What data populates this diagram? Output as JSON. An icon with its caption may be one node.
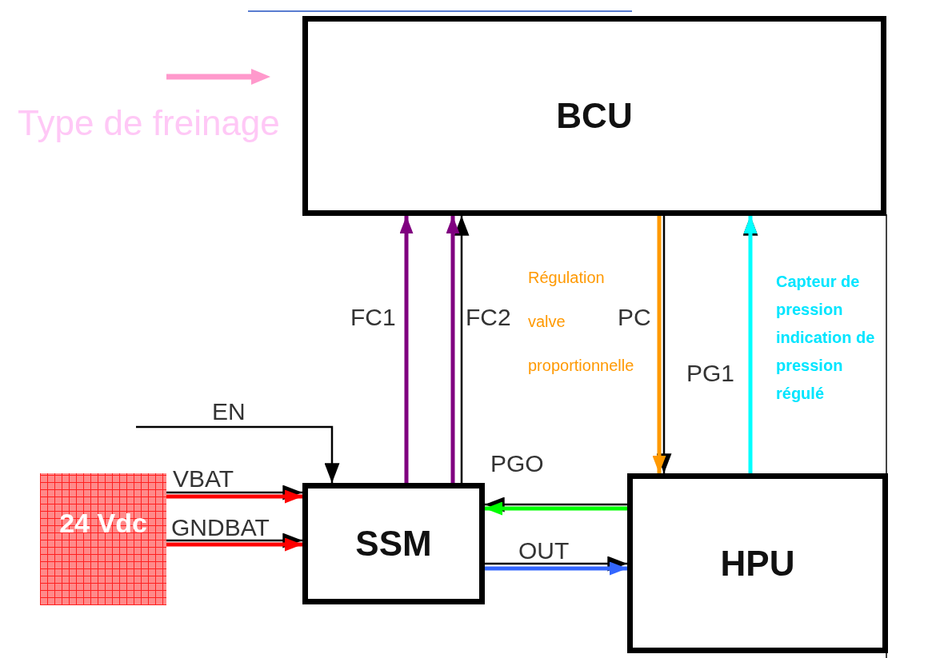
{
  "diagram": {
    "nodes": [
      {
        "text": [
          "BCU"
        ]
      },
      {
        "text": [
          "SSM"
        ]
      },
      {
        "text": [
          "HPU"
        ]
      },
      {
        "text": [
          "24 Vdc"
        ]
      }
    ],
    "edges": [
      {
        "from": null,
        "to": 1,
        "arrow": "to",
        "label": "EN"
      },
      {
        "from": 3,
        "to": 1,
        "arrow": "to",
        "label": "VBAT"
      },
      {
        "from": 3,
        "to": 1,
        "arrow": "to",
        "style": "thick",
        "color": "#ff0000"
      },
      {
        "from": 3,
        "to": 1,
        "arrow": "to",
        "label": "GNDBAT"
      },
      {
        "from": 3,
        "to": 1,
        "arrow": "to",
        "style": "thick",
        "color": "#ff0000"
      },
      {
        "from": 1,
        "to": 0,
        "arrow": "to",
        "label": "FC1",
        "style": "thick",
        "color": "#800080"
      },
      {
        "from": 1,
        "to": 0,
        "arrow": "to",
        "label": "FC2"
      },
      {
        "from": 1,
        "to": 0,
        "arrow": "to",
        "style": "thick",
        "color": "#800080"
      },
      {
        "from": 0,
        "to": 2,
        "arrow": "to",
        "label": "PC"
      },
      {
        "from": 0,
        "to": 2,
        "arrow": "to",
        "style": "thick",
        "color": "#ff9900"
      },
      {
        "from": 2,
        "to": 0,
        "arrow": "to",
        "label": "PG1"
      },
      {
        "from": 2,
        "to": 0,
        "arrow": "to",
        "style": "thick",
        "color": "#00ffff"
      },
      {
        "from": 2,
        "to": 1,
        "arrow": "to",
        "label": "PGO"
      },
      {
        "from": 2,
        "to": 1,
        "arrow": "to",
        "style": "thick",
        "color": "#00ff00"
      },
      {
        "from": 1,
        "to": 2,
        "arrow": "to",
        "label": "OUT"
      },
      {
        "from": 1,
        "to": 2,
        "arrow": "to",
        "style": "thick",
        "color": "#3366ff"
      }
    ],
    "labels": [
      "Régulation valve proportionnelle",
      "Capteur de pression indication de pression régulé"
    ],
    "legend": [
      {
        "text": "Type de freinage"
      }
    ]
  }
}
